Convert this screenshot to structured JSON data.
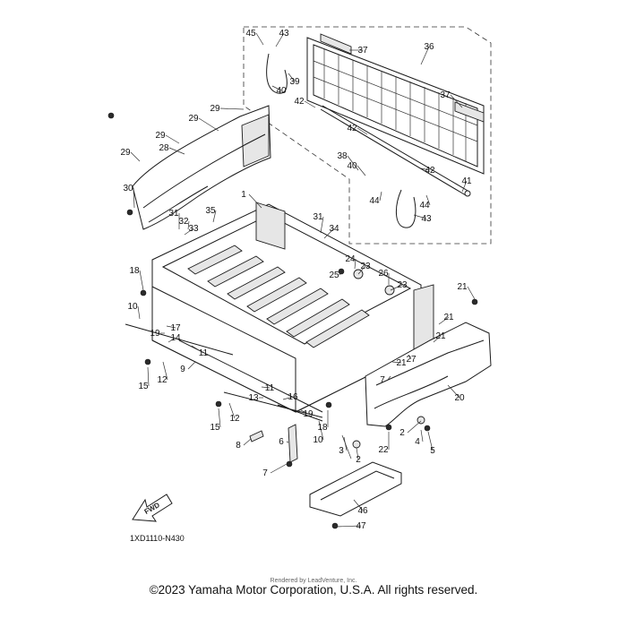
{
  "diagram": {
    "code": "1XD1110-N430",
    "fwd_label": "FWD",
    "watermark": "Rendered by LeadVenture, Inc.",
    "callouts": [
      {
        "id": "c1",
        "label": "1"
      },
      {
        "id": "c2a",
        "label": "2"
      },
      {
        "id": "c2b",
        "label": "2"
      },
      {
        "id": "c3",
        "label": "3"
      },
      {
        "id": "c4",
        "label": "4"
      },
      {
        "id": "c5",
        "label": "5"
      },
      {
        "id": "c6",
        "label": "6"
      },
      {
        "id": "c7a",
        "label": "7"
      },
      {
        "id": "c7b",
        "label": "7"
      },
      {
        "id": "c8",
        "label": "8"
      },
      {
        "id": "c9",
        "label": "9"
      },
      {
        "id": "c10a",
        "label": "10"
      },
      {
        "id": "c10b",
        "label": "10"
      },
      {
        "id": "c11a",
        "label": "11"
      },
      {
        "id": "c11b",
        "label": "11"
      },
      {
        "id": "c12a",
        "label": "12"
      },
      {
        "id": "c12b",
        "label": "12"
      },
      {
        "id": "c13",
        "label": "13"
      },
      {
        "id": "c14",
        "label": "14"
      },
      {
        "id": "c15a",
        "label": "15"
      },
      {
        "id": "c15b",
        "label": "15"
      },
      {
        "id": "c16",
        "label": "16"
      },
      {
        "id": "c17",
        "label": "17"
      },
      {
        "id": "c18a",
        "label": "18"
      },
      {
        "id": "c18b",
        "label": "18"
      },
      {
        "id": "c19a",
        "label": "19"
      },
      {
        "id": "c19b",
        "label": "19"
      },
      {
        "id": "c20",
        "label": "20"
      },
      {
        "id": "c21a",
        "label": "21"
      },
      {
        "id": "c21b",
        "label": "21"
      },
      {
        "id": "c21c",
        "label": "21"
      },
      {
        "id": "c21d",
        "label": "21"
      },
      {
        "id": "c22",
        "label": "22"
      },
      {
        "id": "c23a",
        "label": "23"
      },
      {
        "id": "c23b",
        "label": "23"
      },
      {
        "id": "c24",
        "label": "24"
      },
      {
        "id": "c25",
        "label": "25"
      },
      {
        "id": "c26",
        "label": "26"
      },
      {
        "id": "c27",
        "label": "27"
      },
      {
        "id": "c28",
        "label": "28"
      },
      {
        "id": "c29a",
        "label": "29"
      },
      {
        "id": "c29b",
        "label": "29"
      },
      {
        "id": "c29c",
        "label": "29"
      },
      {
        "id": "c29d",
        "label": "29"
      },
      {
        "id": "c30",
        "label": "30"
      },
      {
        "id": "c31a",
        "label": "31"
      },
      {
        "id": "c31b",
        "label": "31"
      },
      {
        "id": "c32",
        "label": "32"
      },
      {
        "id": "c33",
        "label": "33"
      },
      {
        "id": "c34",
        "label": "34"
      },
      {
        "id": "c35",
        "label": "35"
      },
      {
        "id": "c36",
        "label": "36"
      },
      {
        "id": "c37a",
        "label": "37"
      },
      {
        "id": "c37b",
        "label": "37"
      },
      {
        "id": "c38",
        "label": "38"
      },
      {
        "id": "c39",
        "label": "39"
      },
      {
        "id": "c40a",
        "label": "40"
      },
      {
        "id": "c40b",
        "label": "40"
      },
      {
        "id": "c41",
        "label": "41"
      },
      {
        "id": "c42a",
        "label": "42"
      },
      {
        "id": "c42b",
        "label": "42"
      },
      {
        "id": "c42c",
        "label": "42"
      },
      {
        "id": "c43a",
        "label": "43"
      },
      {
        "id": "c43b",
        "label": "43"
      },
      {
        "id": "c44a",
        "label": "44"
      },
      {
        "id": "c44b",
        "label": "44"
      },
      {
        "id": "c45",
        "label": "45"
      },
      {
        "id": "c46",
        "label": "46"
      },
      {
        "id": "c47",
        "label": "47"
      }
    ]
  },
  "footer": {
    "copyright": "©2023 Yamaha Motor Corporation, U.S.A. All rights reserved."
  }
}
